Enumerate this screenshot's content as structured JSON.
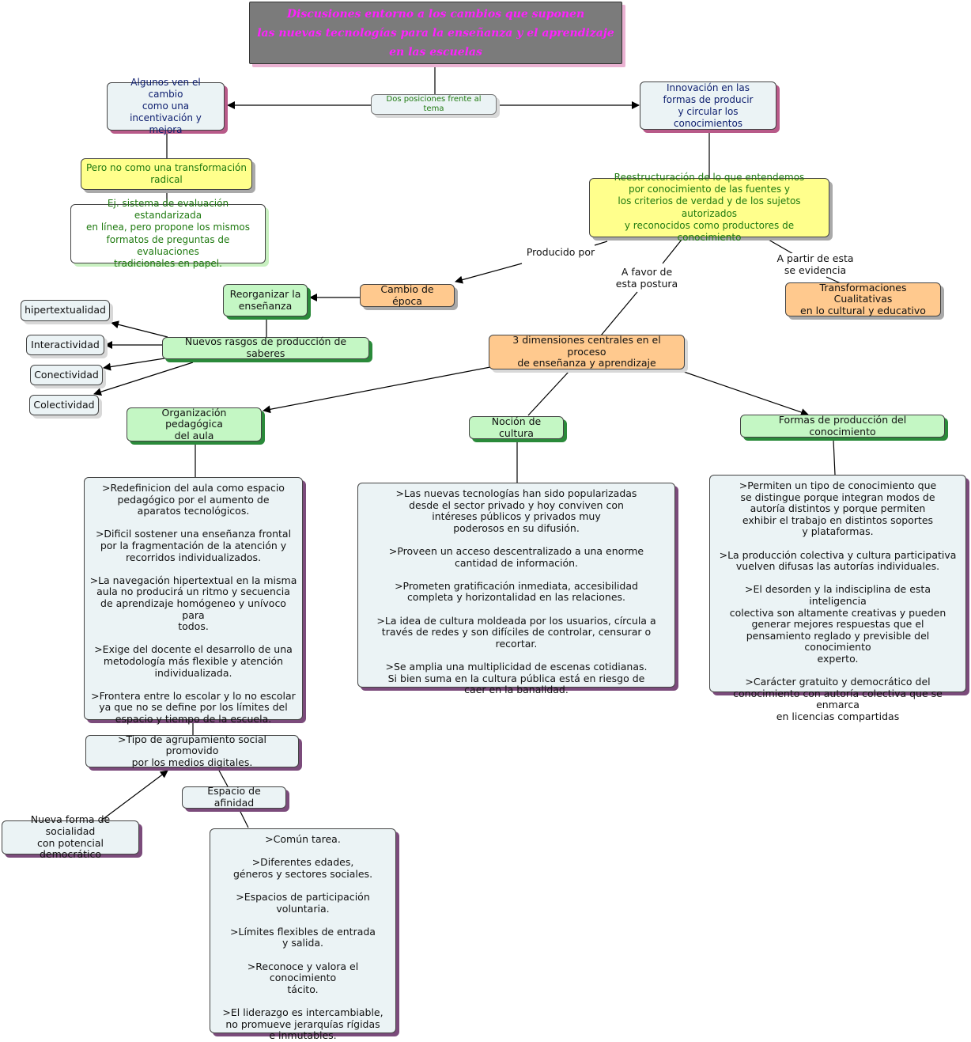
{
  "colors": {
    "title_bg": "#7b7b7b",
    "title_text": "#ff20ff",
    "node_pale": "#ebf3f5",
    "node_mint": "#c4f7c4",
    "node_yellow": "#ffff8c",
    "node_orange": "#ffc98e",
    "text_green": "#1f7a10",
    "text_blue": "#0c1d6e"
  },
  "title": "Discusiones entorno a los cambios que suponen\nlas nuevas tecnologías para la enseñanza y el aprendizaje\nen las escuelas",
  "nodes": {
    "dos_posiciones": "Dos posiciones frente al tema",
    "algunos_ven": "Algunos ven el cambio\ncomo una\nincentivación y mejora",
    "innovacion": "Innovación en las\nformas de producir\ny circular los conocimientos",
    "pero_no": "Pero no como una transformación\nradical",
    "ejemplo": "Ej. sistema de evaluación estandarizada\nen línea, pero propone los mismos\nformatos de preguntas de evaluaciones\ntradicionales en papel.",
    "reestructuracion": "Reestructuración de lo que entendemos\npor conocimiento de las fuentes y\nlos criterios de verdad y de los sujetos autorizados\ny reconocidos como productores de conocimiento",
    "cambio_epoca": "Cambio de época",
    "transformaciones": "Transformaciones Cualitativas\nen lo cultural y educativo",
    "reorganizar": "Reorganizar la\nenseñanza",
    "nuevos_rasgos": "Nuevos rasgos de producción de saberes",
    "hipertextualidad": "hipertextualidad",
    "interactividad": "Interactividad",
    "conectividad": "Conectividad",
    "colectividad": "Colectividad",
    "tres_dimensiones": "3 dimensiones centrales en el proceso\nde enseñanza y aprendizaje",
    "organizacion": "Organización pedagógica\ndel aula",
    "nocion": "Noción de cultura",
    "formas": "Formas de  producción del conocimiento",
    "aula_detalle": ">Redefinicion del aula como espacio\npedagógico por el aumento de\naparatos tecnológicos.\n\n>Dificil sostener una enseñanza frontal\npor la fragmentación de la atención y\nrecorridos individualizados.\n\n>La navegación hipertextual en la misma\naula no producirá un ritmo y secuencia\nde aprendizaje homógeneo y unívoco para\ntodos.\n\n>Exige del docente el desarrollo de una\nmetodología más flexible y atención\nindividualizada.\n\n>Frontera entre lo escolar y lo no escolar\nya que no se define por los límites  del\nespacio y tiempo de la escuela.",
    "cultura_detalle": ">Las nuevas tecnologías han sido popularizadas\ndesde el sector privado y hoy conviven  con\nintéreses públicos y privados muy\npoderosos en su difusión.\n\n>Proveen un acceso descentralizado a una enorme\ncantidad de información.\n\n>Prometen gratificación inmediata, accesibilidad\ncompleta y horizontalidad en las relaciones.\n\n>La idea de cultura moldeada por los usuarios, círcula a\ntravés de redes y son difíciles de controlar, censurar o recortar.\n\n>Se amplia una multiplicidad de escenas cotidianas.\nSi bien suma en la cultura pública está en riesgo de\ncaer en la banalidad.",
    "formas_detalle": ">Permiten un tipo de conocimiento que\nse distingue porque integran modos de\nautoría distintos y porque permiten\nexhibir el trabajo en distintos soportes\ny plataformas.\n\n>La producción colectiva y cultura participativa\nvuelven difusas las autorías individuales.\n\n>El desorden y la indisciplina de esta inteligencia\ncolectiva son altamente creativas y pueden\ngenerar mejores respuestas que el\npensamiento reglado y previsible del conocimiento\nexperto.\n\n>Carácter gratuito y democrático del\nconocimiento con autoría colectiva que se enmarca\nen licencias compartidas",
    "tipo_agrupamiento": ">Tipo de agrupamiento social promovido\npor los medios digitales.",
    "espacio_afinidad": "Espacio de afinidad",
    "nueva_forma": "Nueva forma de socialidad\ncon potencial democrático",
    "afinidad_detalle": ">Común tarea.\n\n>Diferentes edades,\ngéneros y sectores sociales.\n\n>Espacios de participación\nvoluntaria.\n\n>Límites flexibles de entrada\ny salida.\n\n>Reconoce y valora el conocimiento\ntácito.\n\n>El liderazgo es intercambiable,\nno promueve jerarquías rígidas\ne inmutables."
  },
  "link_labels": {
    "producido_por": "Producido por",
    "a_favor": "A favor de\nesta postura",
    "a_partir": "A partir de esta\nse evidencia"
  }
}
